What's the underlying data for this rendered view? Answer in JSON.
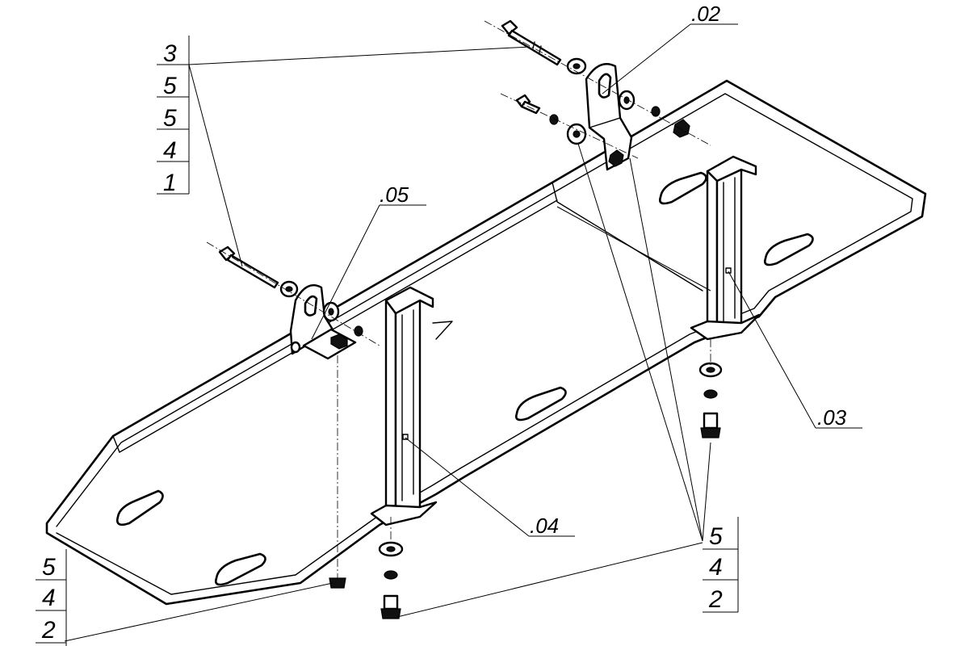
{
  "callouts": {
    "c02": ".02",
    "c03": ".03",
    "c04": ".04",
    "c05": ".05"
  },
  "stacks": {
    "top_left": [
      "3",
      "5",
      "5",
      "4",
      "1"
    ],
    "bottom_right": [
      "5",
      "4",
      "2"
    ],
    "bottom_left": [
      "5",
      "4",
      "2"
    ]
  }
}
